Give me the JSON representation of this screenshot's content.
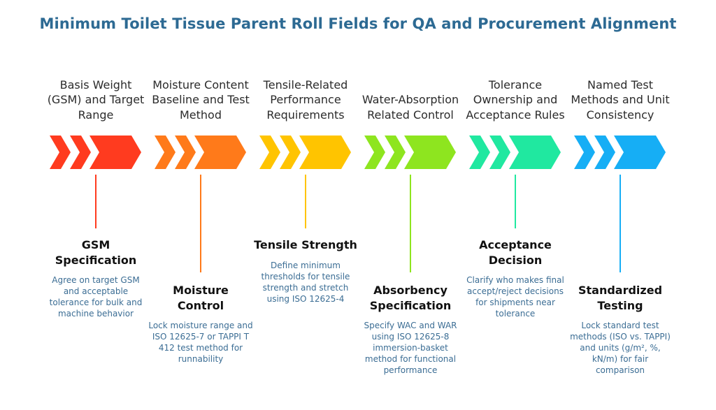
{
  "title": "Minimum Toilet Tissue Parent Roll Fields for QA and Procurement Alignment",
  "steps": [
    {
      "heading": "Basis Weight (GSM) and Target Range",
      "card_title": "GSM Specification",
      "card_text": "Agree on target GSM and acceptable tolerance for bulk and machine behavior",
      "color": "#ff3b1f"
    },
    {
      "heading": "Moisture Content Baseline and Test Method",
      "card_title": "Moisture Control",
      "card_text": "Lock moisture range and ISO 12625-7 or TAPPI T 412 test method for runnability",
      "color": "#ff7a1a"
    },
    {
      "heading": "Tensile-Related Performance Requirements",
      "card_title": "Tensile Strength",
      "card_text": "Define minimum thresholds for tensile strength and stretch using ISO 12625-4",
      "color": "#ffc400"
    },
    {
      "heading": "Water-Absorption Related Control",
      "card_title": "Absorbency Specification",
      "card_text": "Specify WAC and WAR using ISO 12625-8 immersion-basket method for functional performance",
      "color": "#8ee51f"
    },
    {
      "heading": "Tolerance Ownership and Acceptance Rules",
      "card_title": "Acceptance Decision",
      "card_text": "Clarify who makes final accept/reject decisions for shipments near tolerance",
      "color": "#20e8a0"
    },
    {
      "heading": "Named Test Methods and Unit Consistency",
      "card_title": "Standardized Testing",
      "card_text": "Lock standard test methods (ISO vs. TAPPI) and units (g/m², %, kN/m) for fair comparison",
      "color": "#16aef5"
    }
  ],
  "icons": {
    "chevron": "chevron-right-icon"
  }
}
